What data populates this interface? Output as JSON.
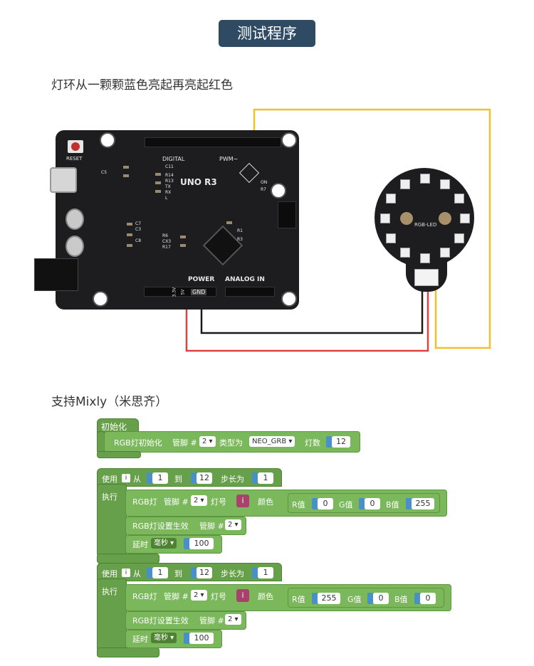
{
  "title": "测试程序",
  "section1": {
    "heading": "灯环从一颗颗蓝色亮起再亮起红色"
  },
  "board": {
    "name": "UNO R3",
    "reset": "RESET",
    "digital": "DIGITAL",
    "pwm": "PWM~",
    "power": "POWER",
    "analog": "ANALOG IN",
    "gnd": "GND",
    "v5": "5V",
    "v33": "3.3V",
    "labels": [
      "C11",
      "R14",
      "R13",
      "TX",
      "RX",
      "L",
      "C5",
      "C7",
      "C3",
      "R6",
      "CX3",
      "R17",
      "ON",
      "R7",
      "R1",
      "R3",
      "C8"
    ]
  },
  "ring": {
    "label": "RGB-LED"
  },
  "wire_colors": {
    "yellow": "#f0c030",
    "black": "#1a1a1a",
    "red": "#e04040"
  },
  "section2": {
    "heading": "支持Mixly（米思齐）"
  },
  "blocks": {
    "init": {
      "hat": "初始化",
      "label": "RGB灯初始化",
      "pin_label": "管脚 #",
      "pin": "2",
      "type_label": "类型为",
      "type": "NEO_GRB",
      "count_label": "灯数",
      "count": "12"
    },
    "loops": [
      {
        "use": "使用",
        "var": "i",
        "from": "从",
        "start": "1",
        "to": "到",
        "end": "12",
        "step_label": "步长为",
        "step": "1",
        "exec": "执行",
        "rgb_label": "RGB灯",
        "pin_label": "管脚 #",
        "pin": "2",
        "light_label": "灯号",
        "light_var": "i",
        "color_label": "颜色",
        "r_label": "R值",
        "r": "0",
        "g_label": "G值",
        "g": "0",
        "b_label": "B值",
        "b": "255",
        "apply_label": "RGB灯设置生效",
        "apply_pin_label": "管脚 #",
        "apply_pin": "2",
        "delay_label": "延时",
        "delay_unit": "毫秒",
        "delay": "100"
      },
      {
        "use": "使用",
        "var": "i",
        "from": "从",
        "start": "1",
        "to": "到",
        "end": "12",
        "step_label": "步长为",
        "step": "1",
        "exec": "执行",
        "rgb_label": "RGB灯",
        "pin_label": "管脚 #",
        "pin": "2",
        "light_label": "灯号",
        "light_var": "i",
        "color_label": "颜色",
        "r_label": "R值",
        "r": "255",
        "g_label": "G值",
        "g": "0",
        "b_label": "B值",
        "b": "0",
        "apply_label": "RGB灯设置生效",
        "apply_pin_label": "管脚 #",
        "apply_pin": "2",
        "delay_label": "延时",
        "delay_unit": "毫秒",
        "delay": "100"
      }
    ]
  }
}
